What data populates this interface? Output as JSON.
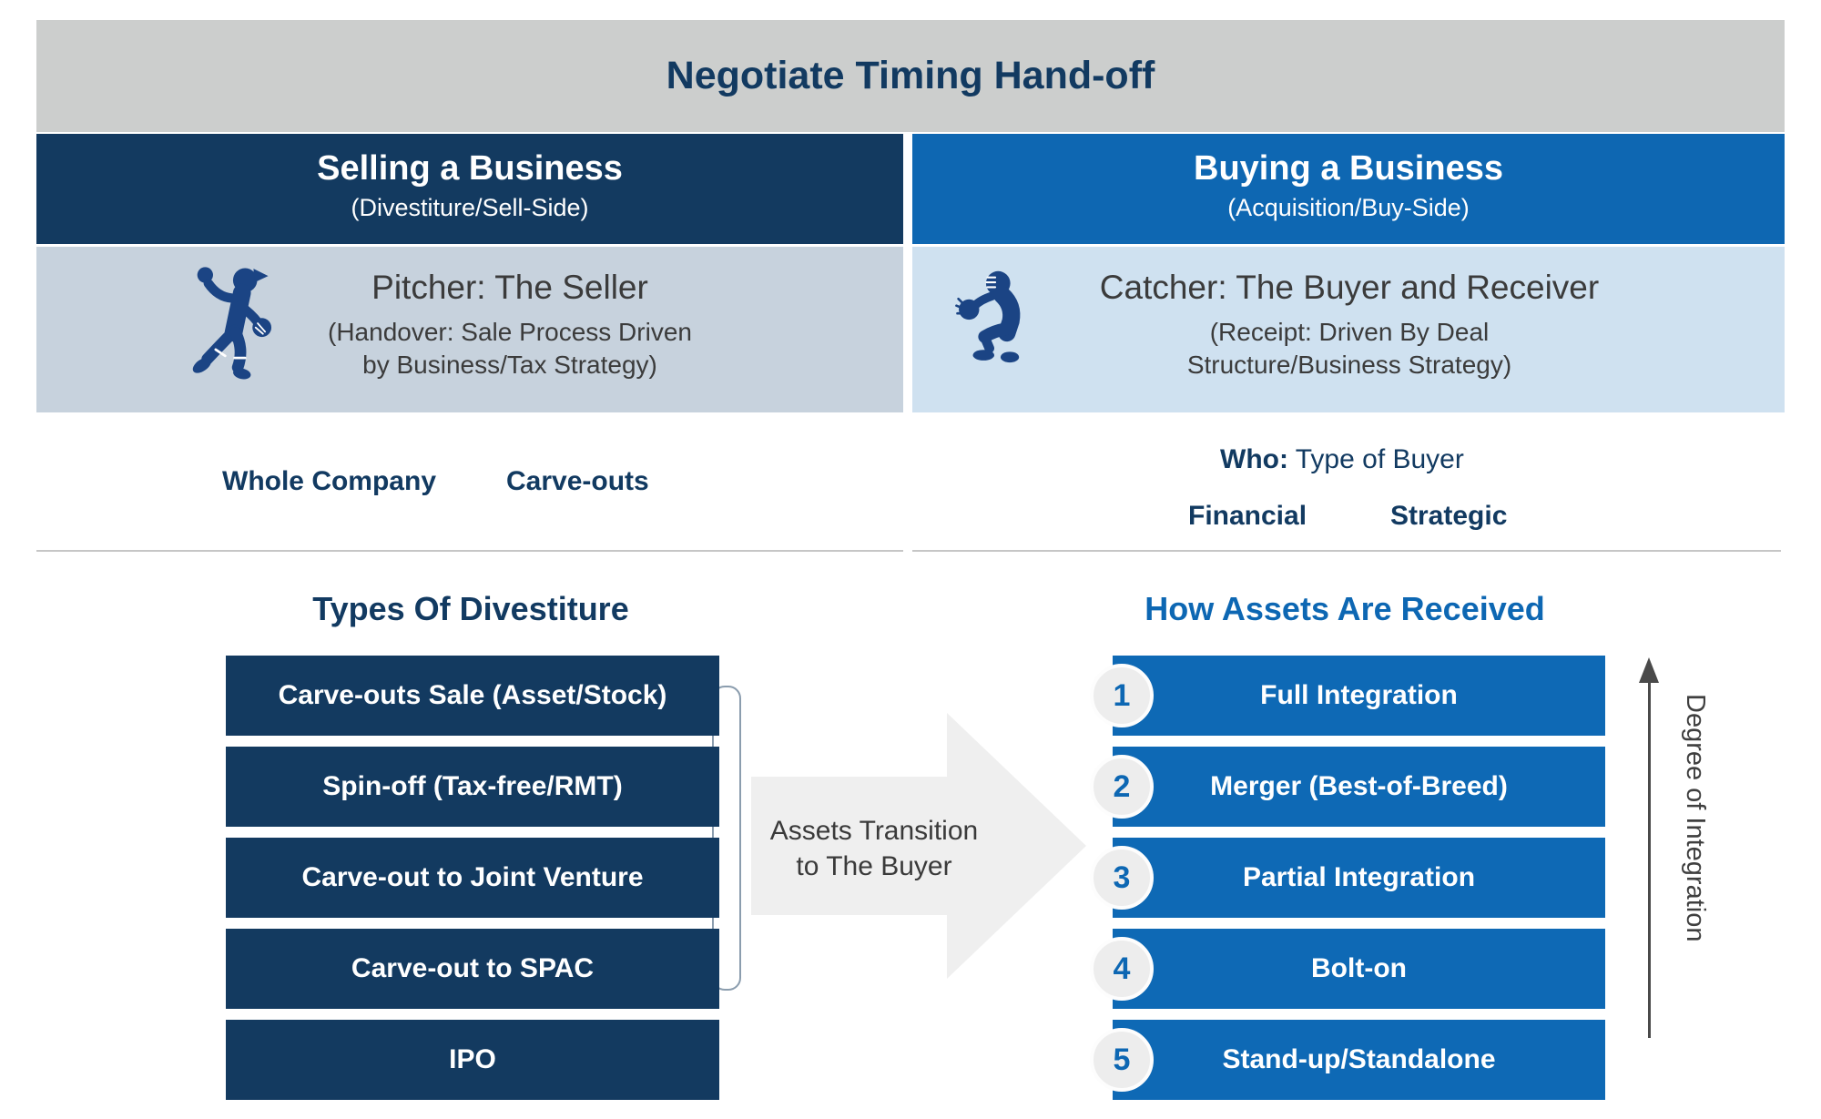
{
  "title": "Negotiate Timing Hand-off",
  "columns": {
    "selling": {
      "header": "Selling a Business",
      "subheader": "(Divestiture/Sell-Side)",
      "icon": "baseball-pitcher-icon",
      "role_title": "Pitcher: The Seller",
      "role_sub_line1": "(Handover: Sale Process Driven",
      "role_sub_line2": "by Business/Tax Strategy)",
      "tags": [
        "Whole Company",
        "Carve-outs"
      ],
      "section_heading": "Types Of Divestiture",
      "items": [
        "Carve-outs Sale (Asset/Stock)",
        "Spin-off (Tax-free/RMT)",
        "Carve-out to Joint Venture",
        "Carve-out to SPAC",
        "IPO"
      ]
    },
    "buying": {
      "header": "Buying a Business",
      "subheader": "(Acquisition/Buy-Side)",
      "icon": "baseball-catcher-icon",
      "role_title": "Catcher: The Buyer and Receiver",
      "role_sub_line1": "(Receipt: Driven By Deal",
      "role_sub_line2": "Structure/Business Strategy)",
      "who_label": "Who:",
      "who_text": " Type of Buyer",
      "tags": [
        "Financial",
        "Strategic"
      ],
      "section_heading": "How Assets Are Received",
      "items": [
        {
          "num": "1",
          "label": "Full Integration"
        },
        {
          "num": "2",
          "label": "Merger (Best-of-Breed)"
        },
        {
          "num": "3",
          "label": "Partial Integration"
        },
        {
          "num": "4",
          "label": "Bolt-on"
        },
        {
          "num": "5",
          "label": "Stand-up/Standalone"
        }
      ]
    }
  },
  "arrow": {
    "line1": "Assets Transition",
    "line2": "to The Buyer"
  },
  "axis": {
    "label": "Degree of Integration"
  },
  "colors": {
    "navy": "#133a60",
    "blue": "#0d67b3",
    "bar_blue": "#0e69b5",
    "title_band_gray": "#cccecd",
    "sell_band": "#c7d2dd",
    "buy_band": "#cfe1f0",
    "arrow_gray": "#efefef",
    "icon_navy": "#1b4484",
    "number_circle_gray": "#ededed",
    "dark_text": "#3b3b3b"
  }
}
